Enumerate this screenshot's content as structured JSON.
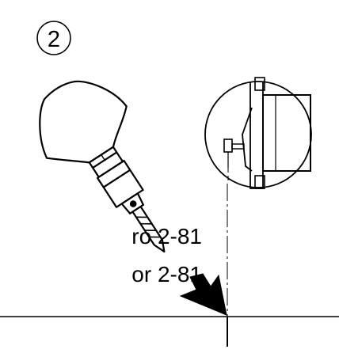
{
  "step_number": "2",
  "part_labels": [
    "ro 2-81",
    "or 2-81"
  ]
}
